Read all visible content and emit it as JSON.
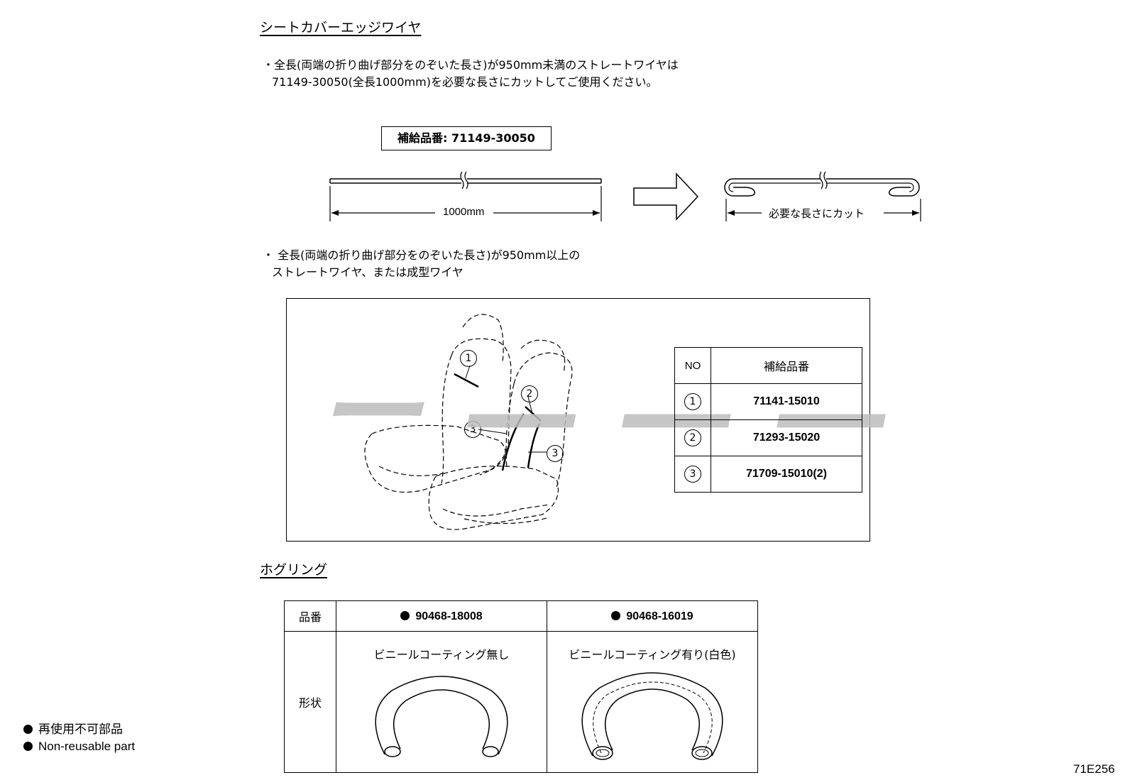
{
  "section1": {
    "heading": "シートカバーエッジワイヤ",
    "note1_line1": "・全長(両端の折り曲げ部分をのぞいた長さ)が950mm未満のストレートワイヤは",
    "note1_line2": "71149-30050(全長1000mm)を必要な長さにカットしてご使用ください。",
    "part_label": "補給品番: 71149-30050",
    "wire_length_label": "1000mm",
    "cut_label": "必要な長さにカット",
    "note2_line1": "・ 全長(両端の折り曲げ部分をのぞいた長さ)が950mm以上の",
    "note2_line2": "ストレートワイヤ、または成型ワイヤ"
  },
  "seat_table": {
    "header_no": "NO",
    "header_part": "補給品番",
    "rows": [
      {
        "no": "1",
        "part": "71141-15010"
      },
      {
        "no": "2",
        "part": "71293-15020"
      },
      {
        "no": "3",
        "part": "71709-15010(2)"
      }
    ],
    "callouts": [
      "1",
      "2",
      "3",
      "3"
    ]
  },
  "section2": {
    "heading": "ホグリング",
    "row1_label": "品番",
    "row2_label": "形状",
    "col1_part": "90468-18008",
    "col2_part": "90468-16019",
    "col1_desc": "ビニールコーティング無し",
    "col2_desc": "ビニールコーティング有り(白色)"
  },
  "legend": {
    "line1": "再使用不可部品",
    "line2": "Non-reusable part"
  },
  "figure_code": "71E256"
}
